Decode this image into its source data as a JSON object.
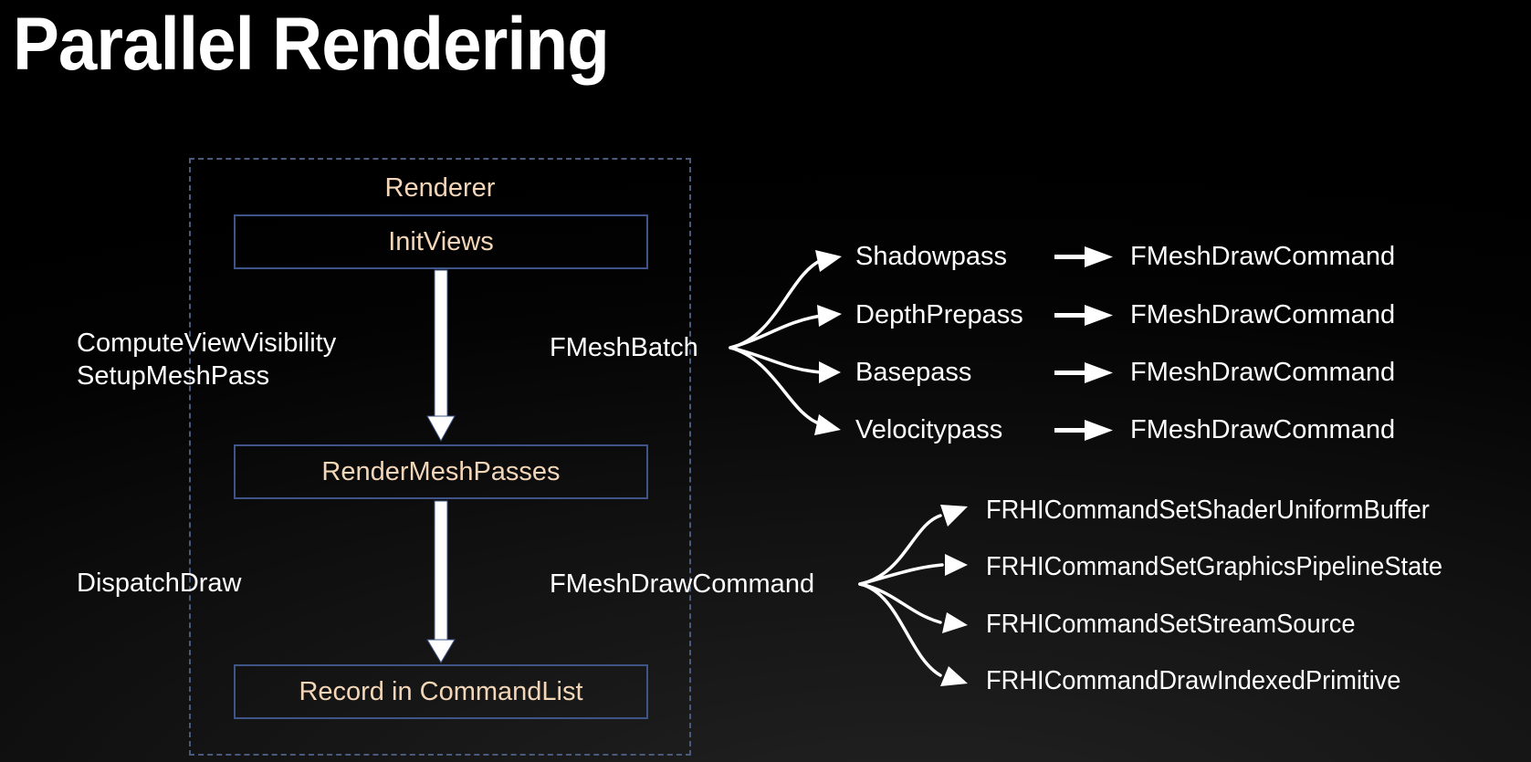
{
  "title": "Parallel Rendering",
  "renderer": {
    "label": "Renderer",
    "stages": [
      {
        "label": "InitViews"
      },
      {
        "label": "RenderMeshPasses"
      },
      {
        "label": "Record in CommandList"
      }
    ]
  },
  "side_labels": {
    "step1_line1": "ComputeViewVisibility",
    "step1_line2": "SetupMeshPass",
    "step2": "DispatchDraw"
  },
  "mesh_batch": {
    "source": "FMeshBatch",
    "passes": [
      {
        "label": "Shadowpass",
        "output": "FMeshDrawCommand"
      },
      {
        "label": "DepthPrepass",
        "output": "FMeshDrawCommand"
      },
      {
        "label": "Basepass",
        "output": "FMeshDrawCommand"
      },
      {
        "label": "Velocitypass",
        "output": "FMeshDrawCommand"
      }
    ]
  },
  "mesh_draw_command": {
    "source": "FMeshDrawCommand",
    "rhi_commands": [
      "FRHICommandSetShaderUniformBuffer",
      "FRHICommandSetGraphicsPipelineState",
      "FRHICommandSetStreamSource",
      "FRHICommandDrawIndexedPrimitive"
    ]
  },
  "colors": {
    "background": "#000000",
    "box_border": "#3f5487",
    "dashed_border": "#4a5a7c",
    "stage_text": "#f3d6b8",
    "text": "#ffffff",
    "arrow": "#ffffff"
  }
}
